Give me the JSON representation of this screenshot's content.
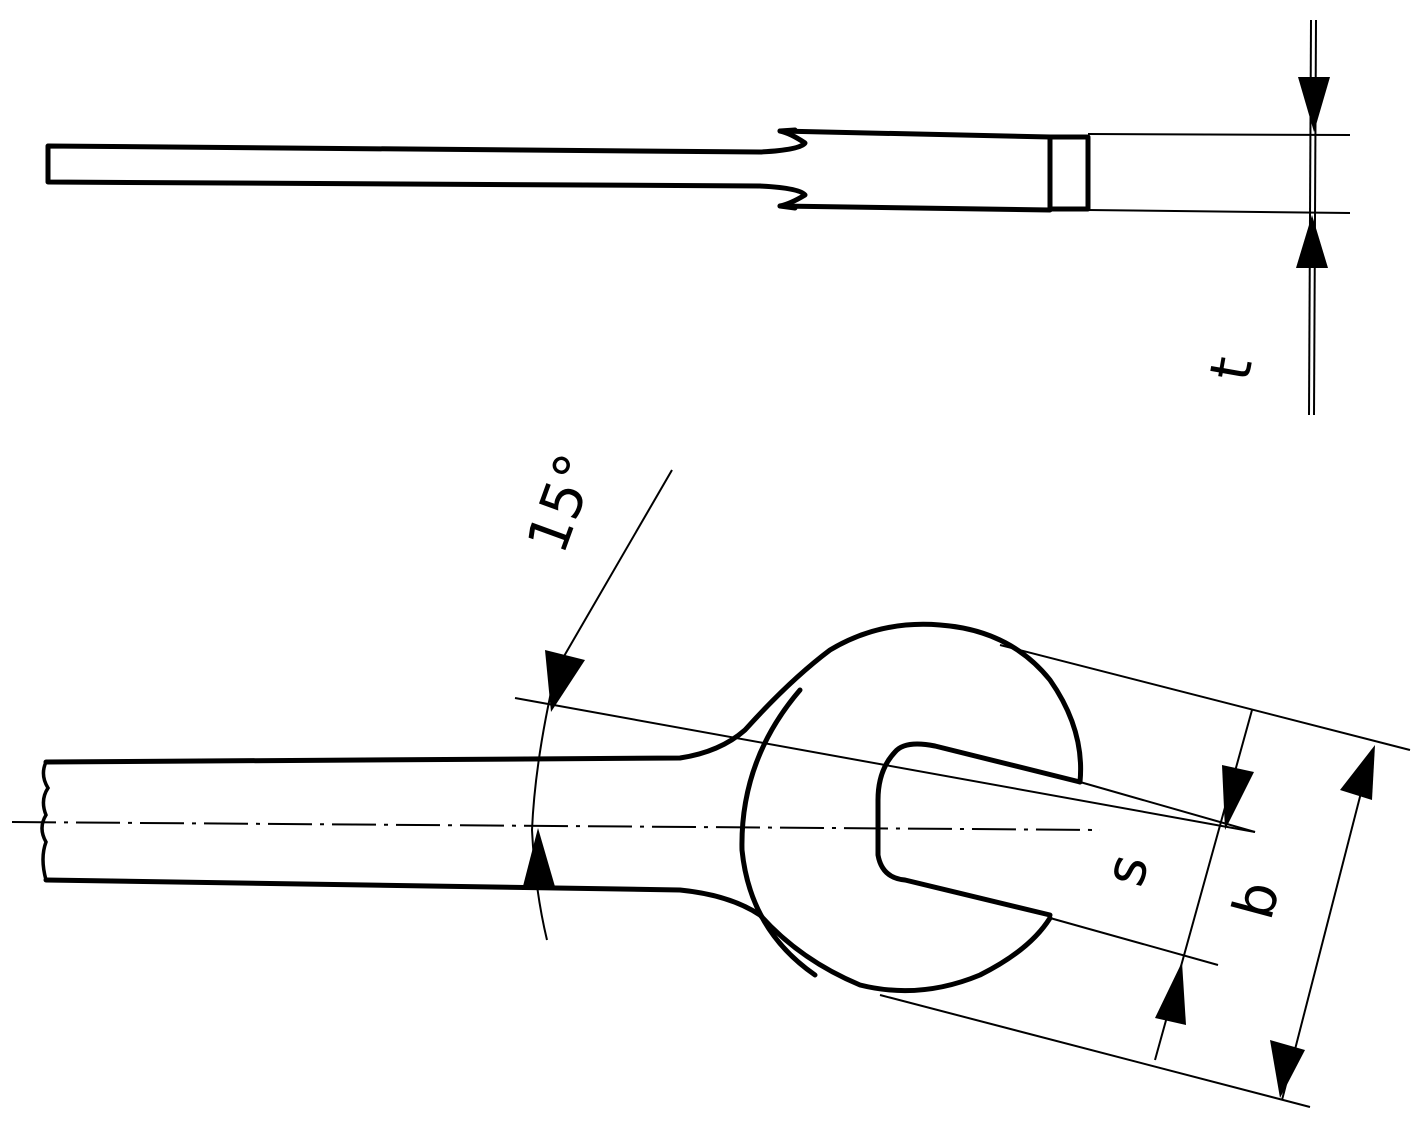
{
  "labels": {
    "thickness": "t",
    "angle": "15°",
    "jaw_width": "s",
    "head_width": "b"
  },
  "colors": {
    "line": "#000000",
    "background": "#ffffff"
  }
}
